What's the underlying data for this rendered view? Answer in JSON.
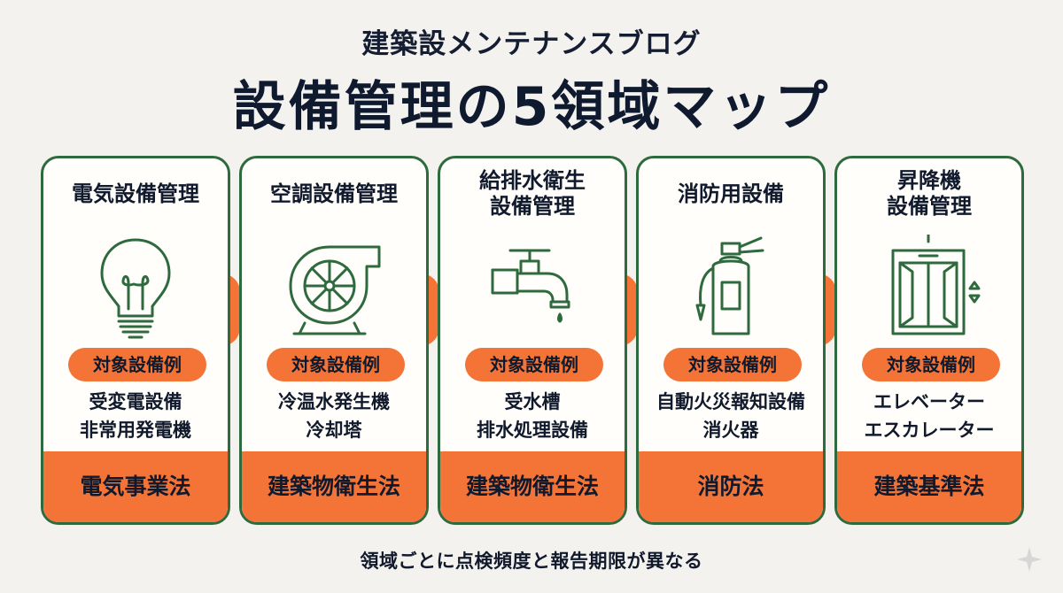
{
  "header": {
    "subtitle": "建築設メンテナンスブログ",
    "title": "設備管理の5領域マップ"
  },
  "cards": [
    {
      "title": [
        "電気設備管理"
      ],
      "icon": "light-bulb-icon",
      "examples_label": "対象設備例",
      "examples": [
        "受変電設備",
        "非常用発電機"
      ],
      "law": "電気事業法"
    },
    {
      "title": [
        "空調設備管理"
      ],
      "icon": "blower-fan-icon",
      "examples_label": "対象設備例",
      "examples": [
        "冷温水発生機",
        "冷却塔"
      ],
      "law": "建築物衛生法"
    },
    {
      "title": [
        "給排水衛生",
        "設備管理"
      ],
      "icon": "faucet-icon",
      "examples_label": "対象設備例",
      "examples": [
        "受水槽",
        "排水処理設備"
      ],
      "law": "建築物衛生法"
    },
    {
      "title": [
        "消防用設備"
      ],
      "icon": "fire-extinguisher-icon",
      "examples_label": "対象設備例",
      "examples": [
        "自動火災報知設備",
        "消火器"
      ],
      "law": "消防法"
    },
    {
      "title": [
        "昇降機",
        "設備管理"
      ],
      "icon": "elevator-icon",
      "examples_label": "対象設備例",
      "examples": [
        "エレベーター",
        "エスカレーター"
      ],
      "law": "建築基準法"
    }
  ],
  "footer": "領域ごとに点検頻度と報告期限が異なる",
  "colors": {
    "accent": "#f47437",
    "border": "#2e6a3d",
    "text": "#111a2c",
    "background": "#f3f2ef"
  }
}
